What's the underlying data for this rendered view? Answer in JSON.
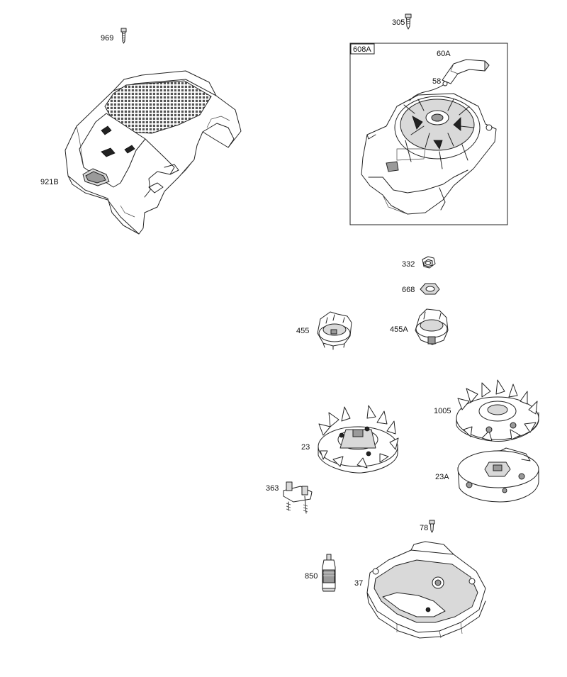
{
  "parts": {
    "p969": "969",
    "p921B": "921B",
    "p305": "305",
    "p608A": "608A",
    "p60A": "60A",
    "p58": "58",
    "p332": "332",
    "p668": "668",
    "p455": "455",
    "p455A": "455A",
    "p1005": "1005",
    "p23": "23",
    "p23A": "23A",
    "p363": "363",
    "p78": "78",
    "p850": "850",
    "p37": "37"
  }
}
